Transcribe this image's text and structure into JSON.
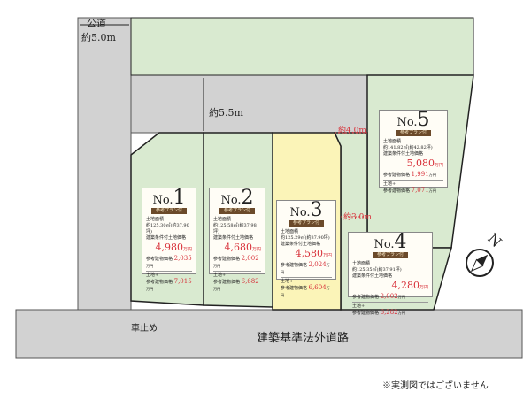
{
  "colors": {
    "lot": "#d9ead0",
    "lot3": "#fbf4b8",
    "road": "#d2d2d2",
    "price": "#d8313a"
  },
  "labels": {
    "public_road": "公道",
    "public_road_width": "約5.0m",
    "road_width": "約5.5m",
    "width_4": "約4.0m",
    "width_3": "約3.0m",
    "stopper": "車止め",
    "private_road": "建築基準法外道路",
    "note": "※実測図ではございません",
    "north": "N"
  },
  "card_labels": {
    "no": "No.",
    "badge": "参考プラン付",
    "land_area": "土地面積",
    "land_price": "建築条件付土地価格",
    "unit": "万円",
    "building_price": "参考建物価格",
    "total_1": "土地+",
    "total_2": "参考建物価格"
  },
  "lots": [
    {
      "no": "1",
      "area": "約125.30㎡(約37.90坪)",
      "land_price": "4,980",
      "building_price": "2,035",
      "total": "7,015"
    },
    {
      "no": "2",
      "area": "約125.58㎡(約37.98坪)",
      "land_price": "4,680",
      "building_price": "2,002",
      "total": "6,682"
    },
    {
      "no": "3",
      "area": "約125.29㎡(約37.90坪)",
      "land_price": "4,580",
      "building_price": "2,024",
      "total": "6,604"
    },
    {
      "no": "4",
      "area": "約125.35㎡(約37.91坪)",
      "land_price": "4,280",
      "building_price": "2,002",
      "total": "6,282"
    },
    {
      "no": "5",
      "area": "約141.82㎡(約42.82坪)",
      "land_price": "5,080",
      "building_price": "1,991",
      "total": "7,071"
    }
  ]
}
